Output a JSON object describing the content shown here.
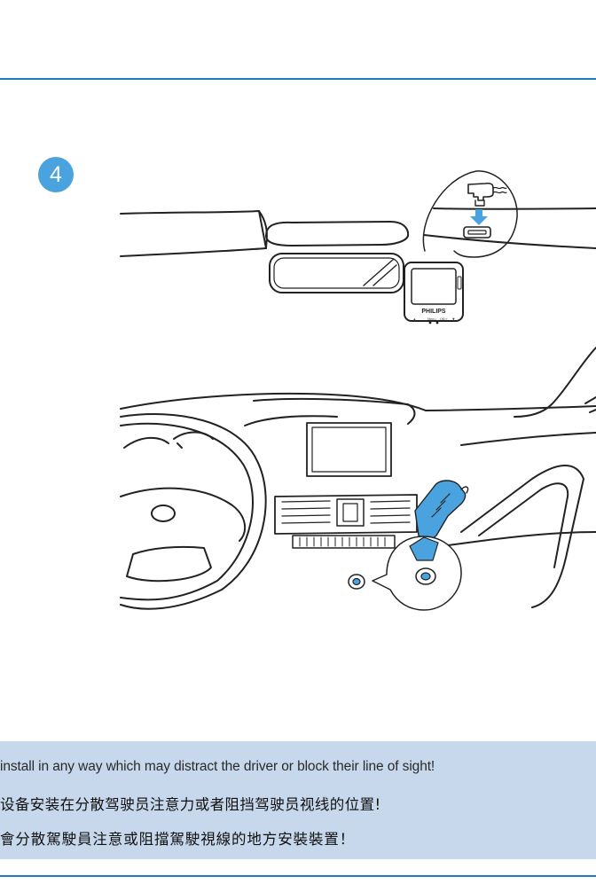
{
  "step": {
    "number": "4",
    "badge_color": "#4aa3df"
  },
  "brand": {
    "device_logo": "PHILIPS",
    "button_labels": [
      "▲",
      "Menu",
      "OK/+",
      "▼"
    ]
  },
  "warning": {
    "english": "install in any way which may distract the driver or block their line of sight!",
    "simplified_chinese": "设备安装在分散驾驶员注意力或者阻挡驾驶员视线的位置!",
    "traditional_chinese": "會分散駕駛員注意或阻擋駕駛視線的地方安裝裝置！"
  },
  "colors": {
    "rule": "#1d7cc0",
    "accent": "#4aa3df",
    "panel": "#c7d7ec",
    "line": "#222222"
  },
  "icons": [
    "down-arrow-icon",
    "usb-plug-icon",
    "power-socket-icon"
  ]
}
